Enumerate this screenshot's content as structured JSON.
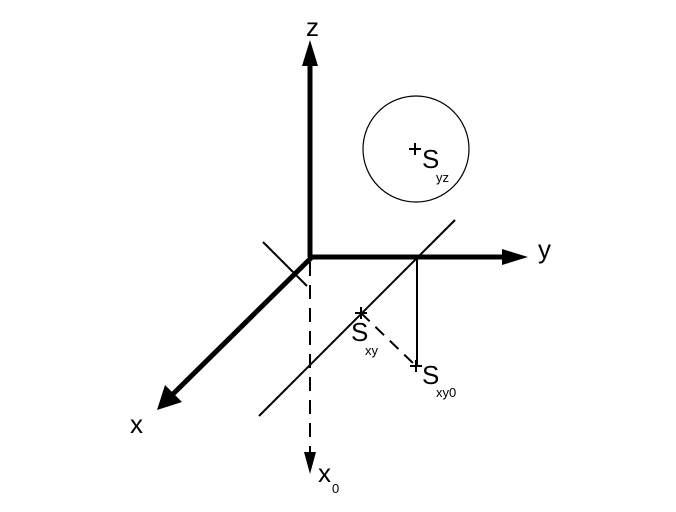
{
  "labels": {
    "z_axis": "z",
    "y_axis": "y",
    "x_axis": "x",
    "x0_main": "x",
    "x0_sub": "0",
    "syz_main": "S",
    "syz_sub": "yz",
    "sxy_main": "S",
    "sxy_sub": "xy",
    "sxy0_main": "S",
    "sxy0_sub": "xy0"
  },
  "colors": {
    "stroke": "#000000",
    "background": "#ffffff"
  }
}
